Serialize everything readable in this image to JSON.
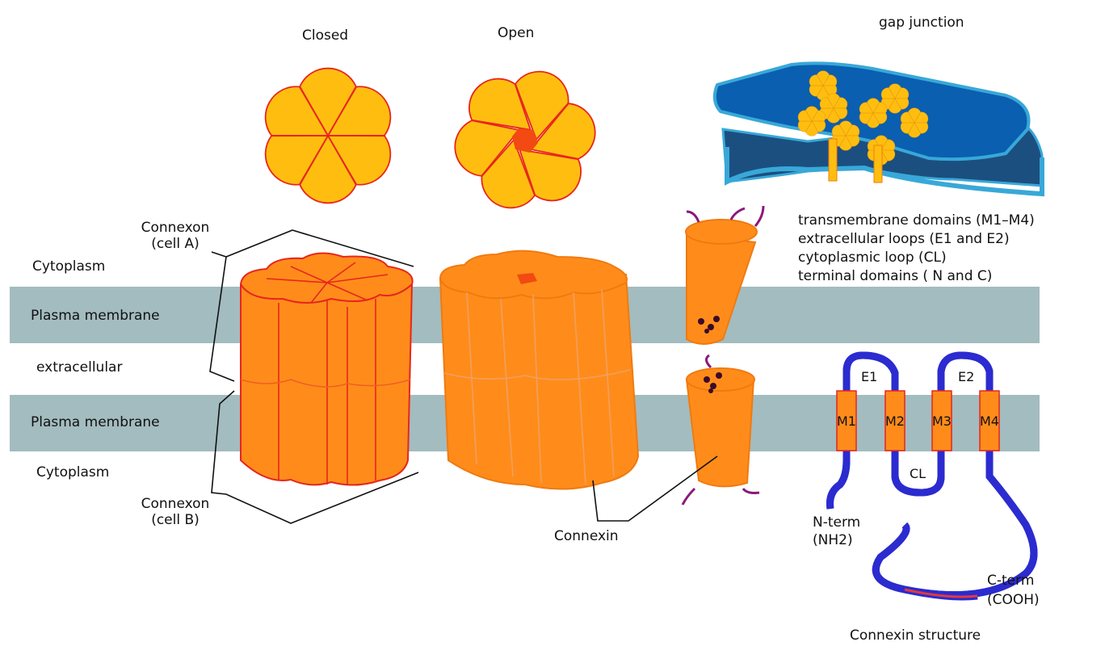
{
  "title_labels": {
    "closed": "Closed",
    "open": "Open",
    "gap_junction": "gap junction"
  },
  "region_labels": {
    "cytoplasm_top": "Cytoplasm",
    "plasma_membrane_top": "Plasma membrane",
    "extracellular": "extracellular",
    "plasma_membrane_bottom": "Plasma membrane",
    "cytoplasm_bottom": "Cytoplasm"
  },
  "connexon_labels": {
    "cell_a_line1": "Connexon",
    "cell_a_line2": "(cell A)",
    "cell_b_line1": "Connexon",
    "cell_b_line2": "(cell B)",
    "connexin": "Connexin"
  },
  "domains": [
    "transmembrane domains (M1–M4)",
    "extracellular loops (E1 and E2)",
    "cytoplasmic loop (CL)",
    "terminal domains ( N and C)"
  ],
  "structure_labels": {
    "m1": "M1",
    "m2": "M2",
    "m3": "M3",
    "m4": "M4",
    "e1": "E1",
    "e2": "E2",
    "cl": "CL",
    "n_term_line1": "N-term",
    "n_term_line2": "(NH2)",
    "c_term_line1": "C-term",
    "c_term_line2": "(COOH)",
    "caption": "Connexin structure"
  },
  "colors": {
    "membrane": "#a3bcbf",
    "subunit_fill": "#ff8c1a",
    "subunit_stroke": "#e8251e",
    "petal_fill": "#ffbe0f",
    "pore": "#f24a12",
    "gap_top": "#0a5fb0",
    "gap_edge": "#38a8d8",
    "loop_outer": "#2b2bd0",
    "loop_inner": "#e23a3a",
    "tail": "#8a1a7a"
  }
}
